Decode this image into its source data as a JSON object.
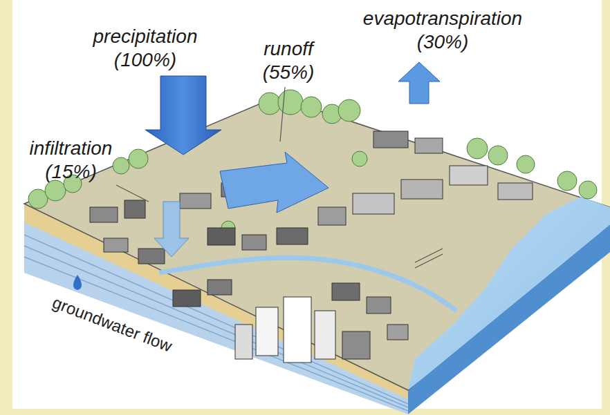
{
  "diagram": {
    "labels": [
      "precipitation (100%)",
      "runoff (55%)",
      "evapotranspiration (30%)",
      "infiltration (15%)",
      "groundwater flow"
    ]
  }
}
